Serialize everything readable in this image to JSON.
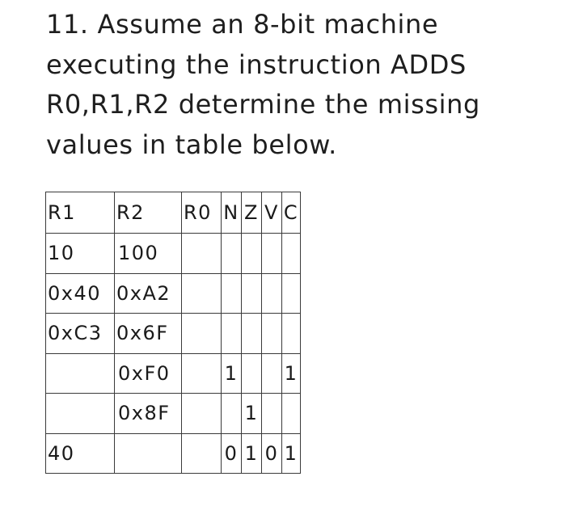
{
  "question": {
    "text": "11. Assume an 8-bit machine executing the instruction ADDS R0,R1,R2 determine the missing values in table below."
  },
  "table": {
    "headers": [
      "R1",
      "R2",
      "R0",
      "N",
      "Z",
      "V",
      "C"
    ],
    "rows": [
      [
        "10",
        "100",
        "",
        "",
        "",
        "",
        ""
      ],
      [
        "0x40",
        "0xA2",
        "",
        "",
        "",
        "",
        ""
      ],
      [
        "0xC3",
        "0x6F",
        "",
        "",
        "",
        "",
        ""
      ],
      [
        "",
        "0xF0",
        "",
        "1",
        "",
        "",
        "1"
      ],
      [
        "",
        "0x8F",
        "",
        "",
        "1",
        "",
        ""
      ],
      [
        "40",
        "",
        "",
        "0",
        "1",
        "0",
        "1"
      ]
    ]
  }
}
